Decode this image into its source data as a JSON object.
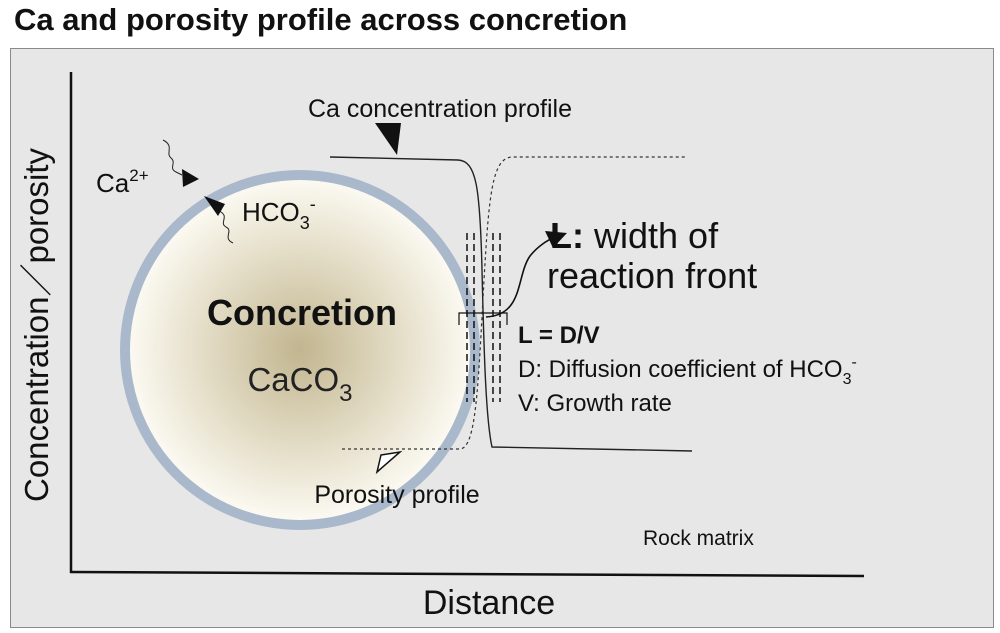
{
  "title": "Ca and porosity profile across concretion",
  "axes": {
    "ylabel": "Concentration／porosity",
    "xlabel": "Distance"
  },
  "concretion": {
    "name": "Concretion",
    "formula_main": "CaCO",
    "formula_sub": "3"
  },
  "ions": {
    "calcium_main": "Ca",
    "calcium_sup": "2+",
    "bicarbonate_main": "HCO",
    "bicarbonate_sub": "3",
    "bicarbonate_sup": "-"
  },
  "labels": {
    "ca_profile": "Ca concentration profile",
    "porosity_profile": "Porosity profile",
    "rock_matrix": "Rock matrix"
  },
  "reaction_front": {
    "symbol": "L:",
    "desc_line1": "width of",
    "desc_line2": "reaction front",
    "equation": "L = D/V",
    "d_def_main": "D: Diffusion coefficient of HCO",
    "d_def_sub": "3",
    "d_def_sup": "-",
    "v_def": "V: Growth rate"
  },
  "colors": {
    "panel_background": "#e7e7e7",
    "rim": "#a9b9cb",
    "core_center": "#c2b58f",
    "core_edge": "#fbf9f1",
    "line": "#111111"
  }
}
